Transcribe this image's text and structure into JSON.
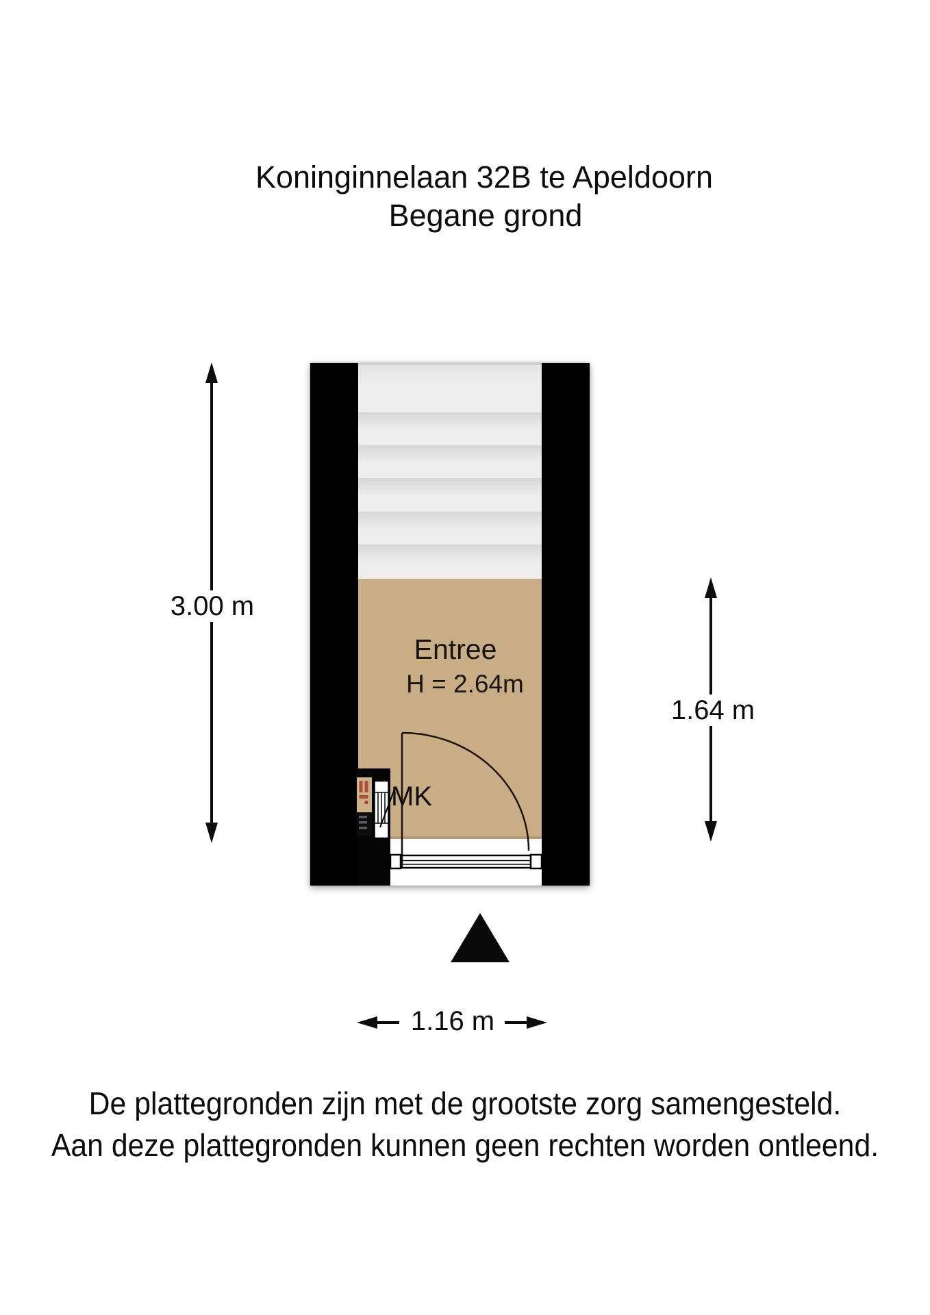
{
  "title": {
    "line1": "Koninginnelaan 32B te Apeldoorn",
    "line2": "Begane grond"
  },
  "floorplan": {
    "room_label": "Entree",
    "room_height_label": "H = 2.64m",
    "meter_cupboard_label": "MK",
    "dimensions": {
      "left_vertical": "3.00 m",
      "right_vertical": "1.64 m",
      "bottom_horizontal": "1.16 m"
    }
  },
  "footer": {
    "line1": "De plattegronden zijn met de grootste zorg samengesteld.",
    "line2": "Aan deze plattegronden kunnen geen rechten worden ontleend."
  },
  "colors": {
    "wall": "#000000",
    "floor_tan": "#c9ae85",
    "stair_tread": "#ededed",
    "meter_red": "#a8513b",
    "background": "#ffffff"
  }
}
